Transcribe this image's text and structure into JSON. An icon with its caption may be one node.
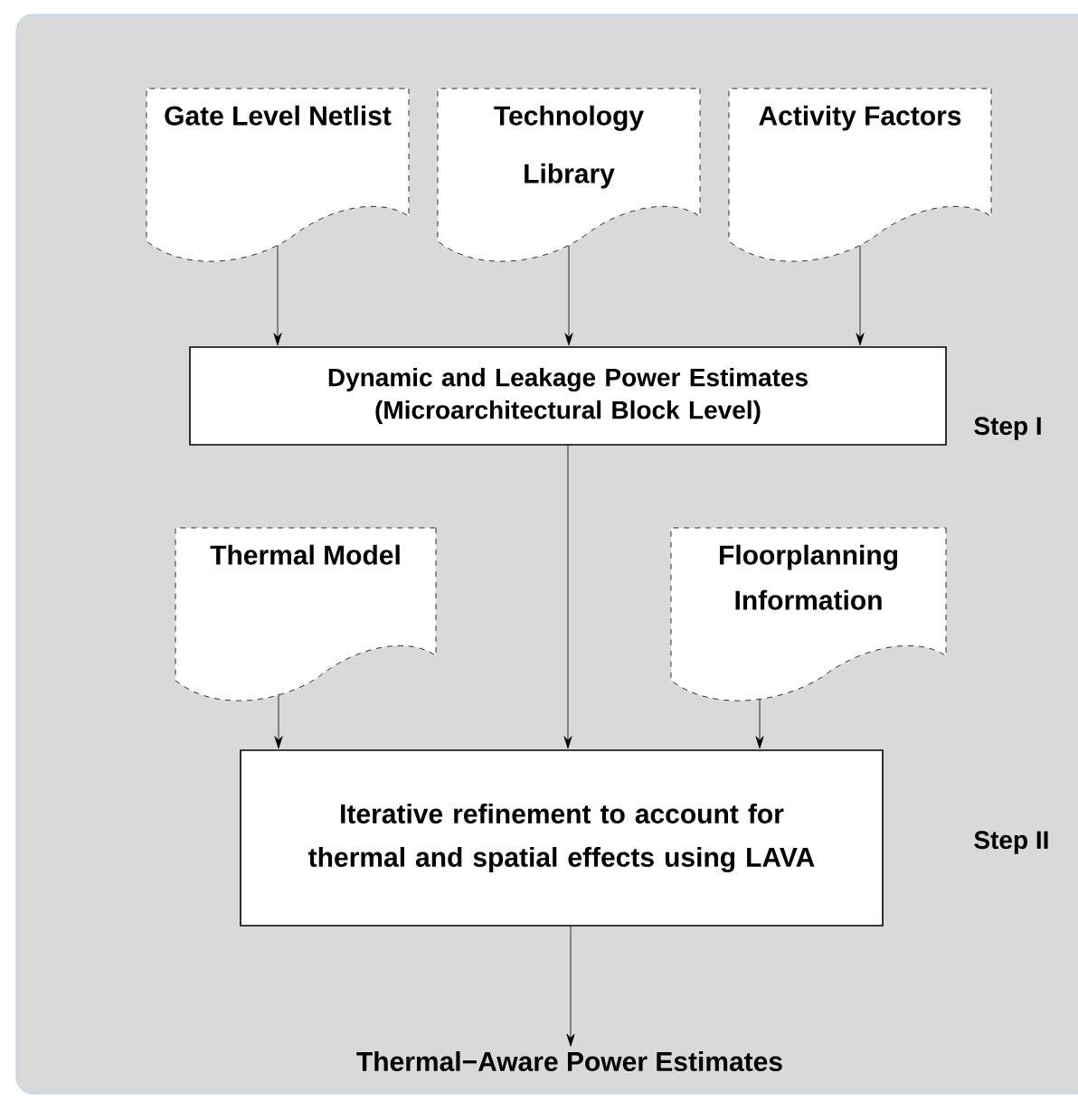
{
  "diagram": {
    "nodes": [
      {
        "text": [
          "Gate Level Netlist"
        ]
      },
      {
        "text": [
          "Technology Library"
        ]
      },
      {
        "text": [
          "Activity Factors"
        ]
      },
      {
        "text": [
          "Dynamic and Leakage Power Estimates (Microarchitectural Block Level)"
        ]
      },
      {
        "text": [
          "Thermal Model"
        ]
      },
      {
        "text": [
          "Floorplanning Information"
        ]
      },
      {
        "text": [
          "Iterative refinement to account for thermal and spatial effects using LAVA"
        ]
      },
      {
        "text": [
          "Thermal−Aware Power Estimates"
        ]
      }
    ],
    "edges": [
      {
        "from": 0,
        "to": 3,
        "arrow": "to"
      },
      {
        "from": 1,
        "to": 3,
        "arrow": "to"
      },
      {
        "from": 2,
        "to": 3,
        "arrow": "to"
      },
      {
        "from": 3,
        "to": 6,
        "arrow": "to"
      },
      {
        "from": 4,
        "to": 6,
        "arrow": "to"
      },
      {
        "from": 5,
        "to": 6,
        "arrow": "to"
      },
      {
        "from": 6,
        "to": 7,
        "arrow": "to"
      }
    ],
    "labels": [
      "Step I",
      "Step II"
    ]
  }
}
